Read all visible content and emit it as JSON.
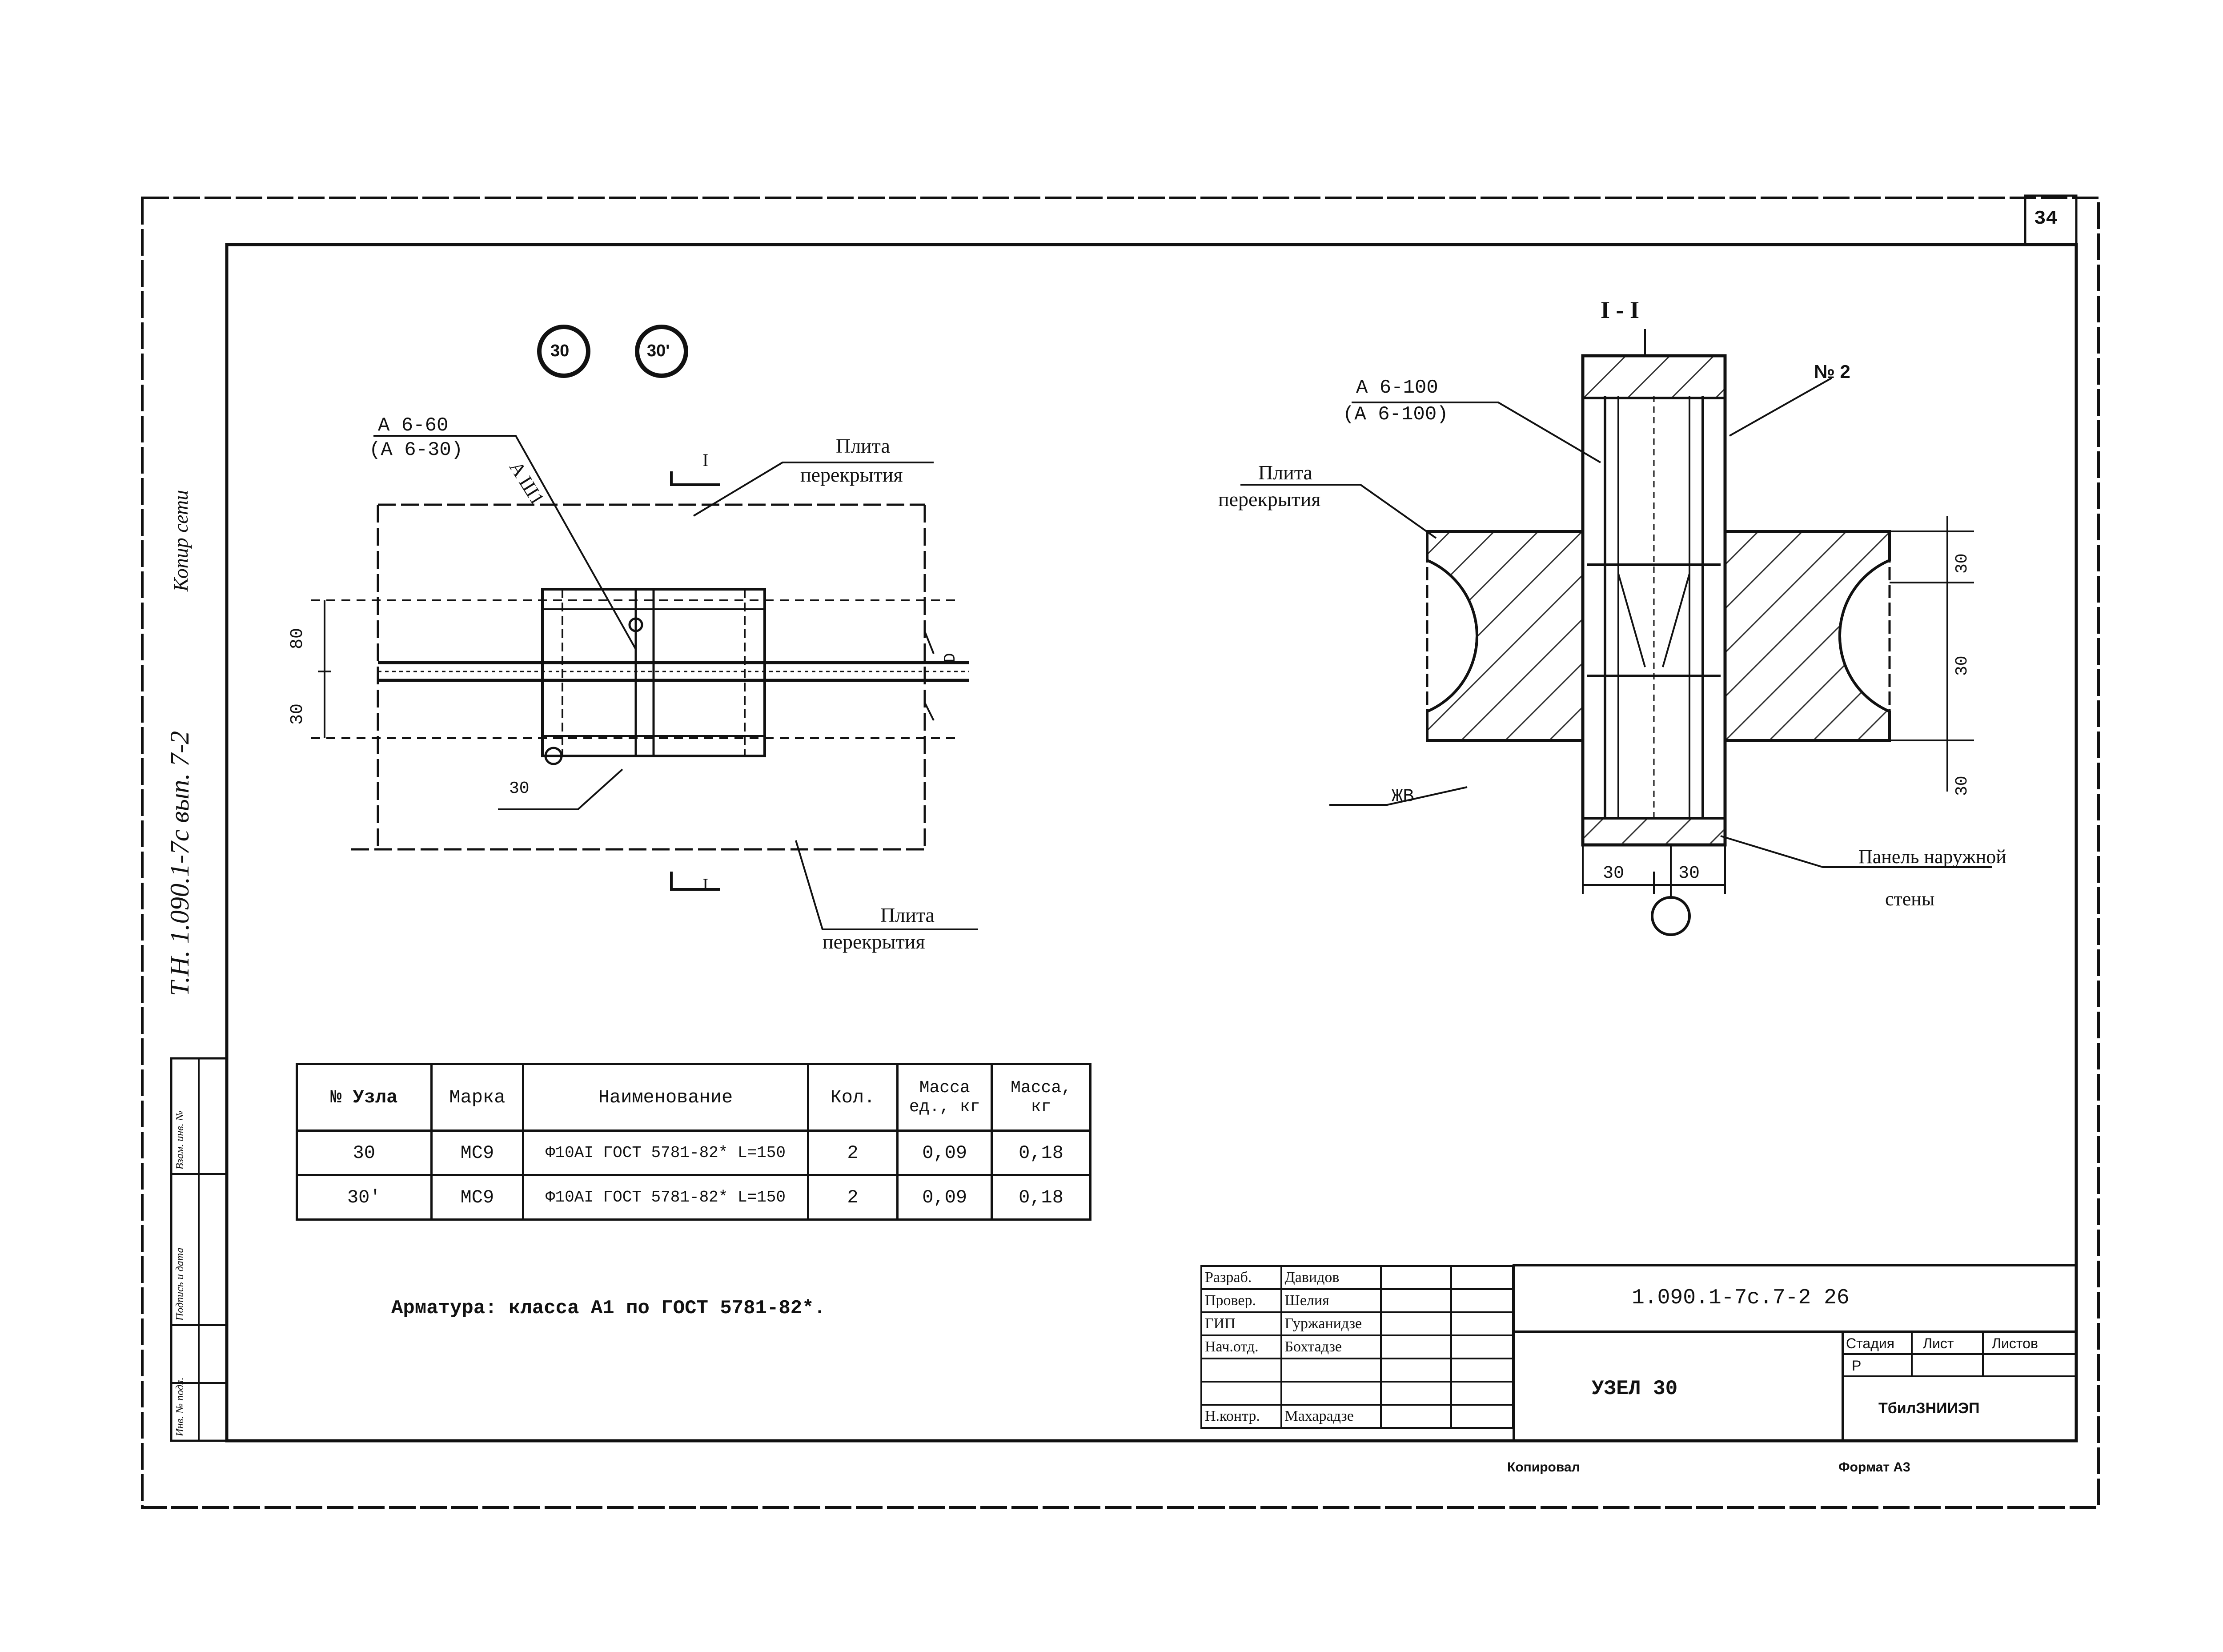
{
  "sheet": {
    "number": "34",
    "side_labels": {
      "copy_note": "Копир сети",
      "doc_ref": "Т.Н. 1.090.1-7с вып. 7-2",
      "inv_no": "Инв. № подл.",
      "sign_date": "Подпись и дата",
      "replace_inv": "Взам. инв. №"
    },
    "footer": {
      "copied": "Копировал",
      "format": "Формат А3"
    }
  },
  "plan": {
    "node_marks": [
      "30",
      "30'"
    ],
    "weld_mark": "A 6-60",
    "weld_mark_alt": "(A 6-30)",
    "weld_type": "A Ш1",
    "section_mark_top": "I",
    "section_mark_bottom": "I",
    "label_top": {
      "line1": "Плита",
      "line2": "перекрытия"
    },
    "label_bottom": {
      "line1": "Плита",
      "line2": "перекрытия"
    },
    "dim_left_top": "80",
    "dim_left_bottom": "30",
    "dim_right": "D",
    "dim_bottom_left": "30"
  },
  "section": {
    "title": "I - I",
    "weld_mark": "A 6-100",
    "weld_mark_alt": "(A 6-100)",
    "pos_mark": "№ 2",
    "label_slab": {
      "line1": "Плита",
      "line2": "перекрытия"
    },
    "label_panel": {
      "line1": "Панель наружной",
      "line2": "стены"
    },
    "label_left_bottom": "ЖВ",
    "dim_bottom_left": "30",
    "dim_bottom_right": "30",
    "dim_right_top": "30",
    "dim_right_mid": "30",
    "dim_right_bottom": "30"
  },
  "spec_table": {
    "headers": [
      "№ Узла",
      "Марка",
      "Наименование",
      "Кол.",
      "Масса ед., кг",
      "Масса, кг"
    ],
    "rows": [
      [
        "30",
        "МС9",
        "Ф10АI ГОСТ 5781-82* L=150",
        "2",
        "0,09",
        "0,18"
      ],
      [
        "30'",
        "МС9",
        "Ф10АI ГОСТ 5781-82* L=150",
        "2",
        "0,09",
        "0,18"
      ]
    ]
  },
  "note": "Арматура: класса А1 по ГОСТ 5781-82*.",
  "title_block": {
    "code": "1.090.1-7с.7-2 26",
    "name": "УЗЕЛ 30",
    "org": "ТбилЗНИИЭП",
    "stage_label": "Стадия",
    "sheet_label": "Лист",
    "sheets_label": "Листов",
    "stage": "Р",
    "roles": [
      {
        "role": "Разраб.",
        "person": "Давидов"
      },
      {
        "role": "Провер.",
        "person": "Шелия"
      },
      {
        "role": "ГИП",
        "person": "Гуржанидзе"
      },
      {
        "role": "Нач.отд.",
        "person": "Бохтадзе"
      },
      {
        "role": "",
        "person": ""
      },
      {
        "role": "",
        "person": ""
      },
      {
        "role": "Н.контр.",
        "person": "Махарадзе"
      }
    ]
  },
  "colors": {
    "ink": "#111111",
    "hatch": "#333333",
    "paper": "#ffffff"
  }
}
